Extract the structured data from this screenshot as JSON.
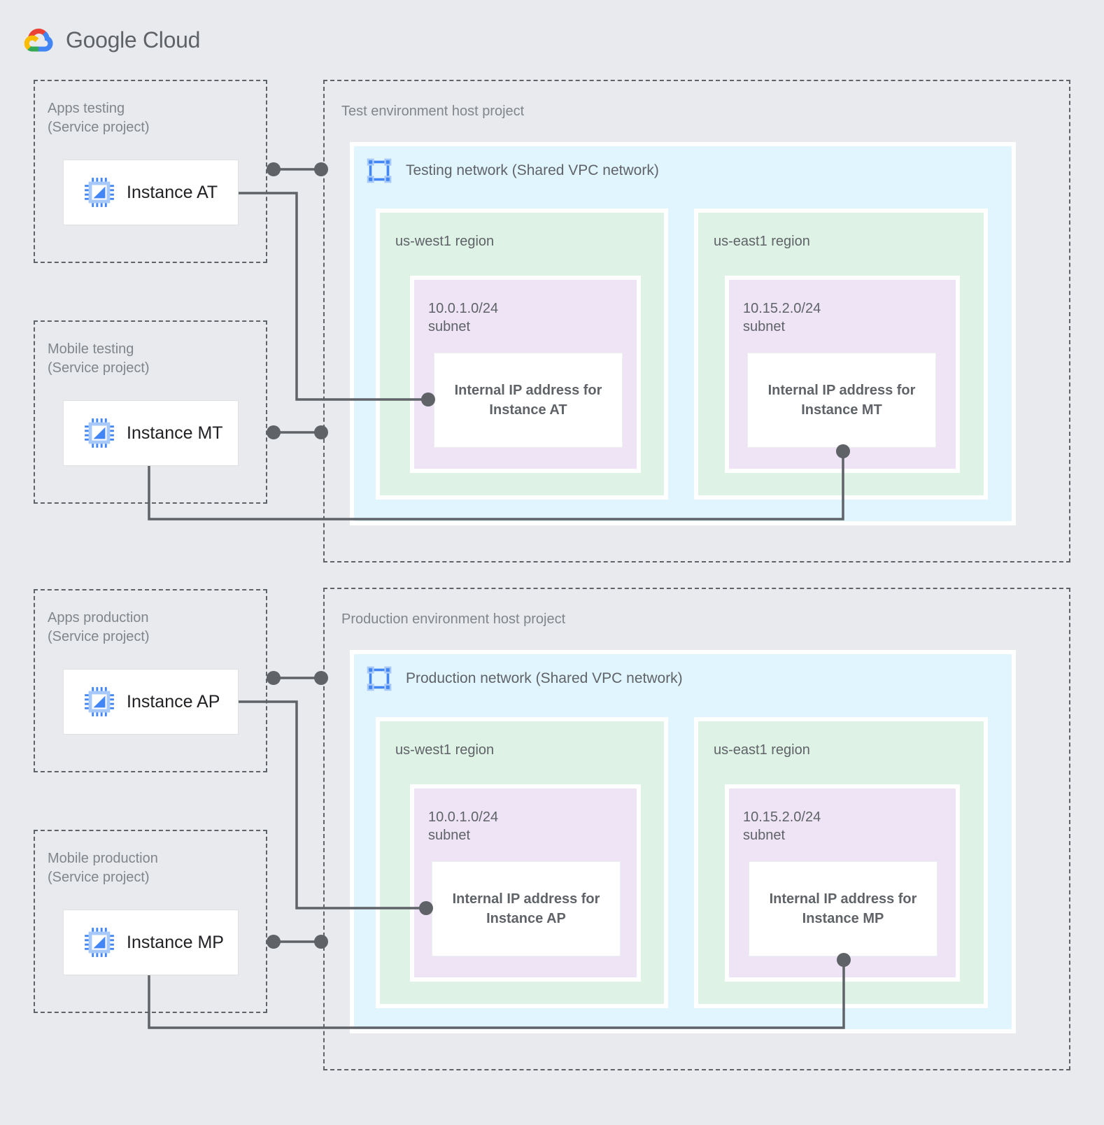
{
  "brand": {
    "name_bold": "Google",
    "name_light": " Cloud",
    "logo_icon": "google-cloud-logo",
    "colors": {
      "red": "#ea4335",
      "yellow": "#fbbc04",
      "green": "#34a853",
      "blue": "#4285f4",
      "text": "#5f6368"
    }
  },
  "palette": {
    "canvas": "#e8eaed",
    "vpc_panel": "#e1f5fe",
    "region": "#dff2e6",
    "subnet": "#eee4f5",
    "card": "#ffffff",
    "dashed_border": "#5f6368",
    "connector": "#5f6368",
    "muted_text": "#80868b",
    "body_text": "#5f6368",
    "instance_icon": "#4285f4"
  },
  "service_projects": [
    {
      "id": "apps-testing",
      "title": "Apps testing\n(Service project)",
      "instance": {
        "label": "Instance AT",
        "icon": "vm-instance-chip-icon"
      }
    },
    {
      "id": "mobile-testing",
      "title": "Mobile testing\n(Service project)",
      "instance": {
        "label": "Instance MT",
        "icon": "vm-instance-chip-icon"
      }
    },
    {
      "id": "apps-production",
      "title": "Apps production\n(Service project)",
      "instance": {
        "label": "Instance AP",
        "icon": "vm-instance-chip-icon"
      }
    },
    {
      "id": "mobile-production",
      "title": "Mobile production\n(Service project)",
      "instance": {
        "label": "Instance MP",
        "icon": "vm-instance-chip-icon"
      }
    }
  ],
  "host_projects": [
    {
      "id": "test-host",
      "title": "Test environment host project",
      "network": {
        "title": "Testing network (Shared VPC network)",
        "icon": "vpc-network-icon"
      },
      "regions": [
        {
          "name": "us-west1 region",
          "subnet": "10.0.1.0/24\nsubnet",
          "ip_box": "Internal IP address for\nInstance AT"
        },
        {
          "name": "us-east1 region",
          "subnet": "10.15.2.0/24\nsubnet",
          "ip_box": "Internal IP address for\nInstance MT"
        }
      ]
    },
    {
      "id": "prod-host",
      "title": "Production environment host project",
      "network": {
        "title": "Production network (Shared VPC network)",
        "icon": "vpc-network-icon"
      },
      "regions": [
        {
          "name": "us-west1 region",
          "subnet": "10.0.1.0/24\nsubnet",
          "ip_box": "Internal IP address for\nInstance AP"
        },
        {
          "name": "us-east1 region",
          "subnet": "10.15.2.0/24\nsubnet",
          "ip_box": "Internal IP address for\nInstance MP"
        }
      ]
    }
  ],
  "connections": [
    {
      "id": "at-attach",
      "from": "apps-testing",
      "to": "test-host",
      "kind": "project-attachment"
    },
    {
      "id": "mt-attach",
      "from": "mobile-testing",
      "to": "test-host",
      "kind": "project-attachment"
    },
    {
      "id": "ap-attach",
      "from": "apps-production",
      "to": "prod-host",
      "kind": "project-attachment"
    },
    {
      "id": "mp-attach",
      "from": "mobile-production",
      "to": "prod-host",
      "kind": "project-attachment"
    },
    {
      "id": "at-to-ip",
      "from": "Instance AT",
      "to": "Internal IP address for Instance AT",
      "kind": "instance-to-ip"
    },
    {
      "id": "mt-to-ip",
      "from": "Instance MT",
      "to": "Internal IP address for Instance MT",
      "kind": "instance-to-ip"
    },
    {
      "id": "ap-to-ip",
      "from": "Instance AP",
      "to": "Internal IP address for Instance AP",
      "kind": "instance-to-ip"
    },
    {
      "id": "mp-to-ip",
      "from": "Instance MP",
      "to": "Internal IP address for Instance MP",
      "kind": "instance-to-ip"
    }
  ]
}
